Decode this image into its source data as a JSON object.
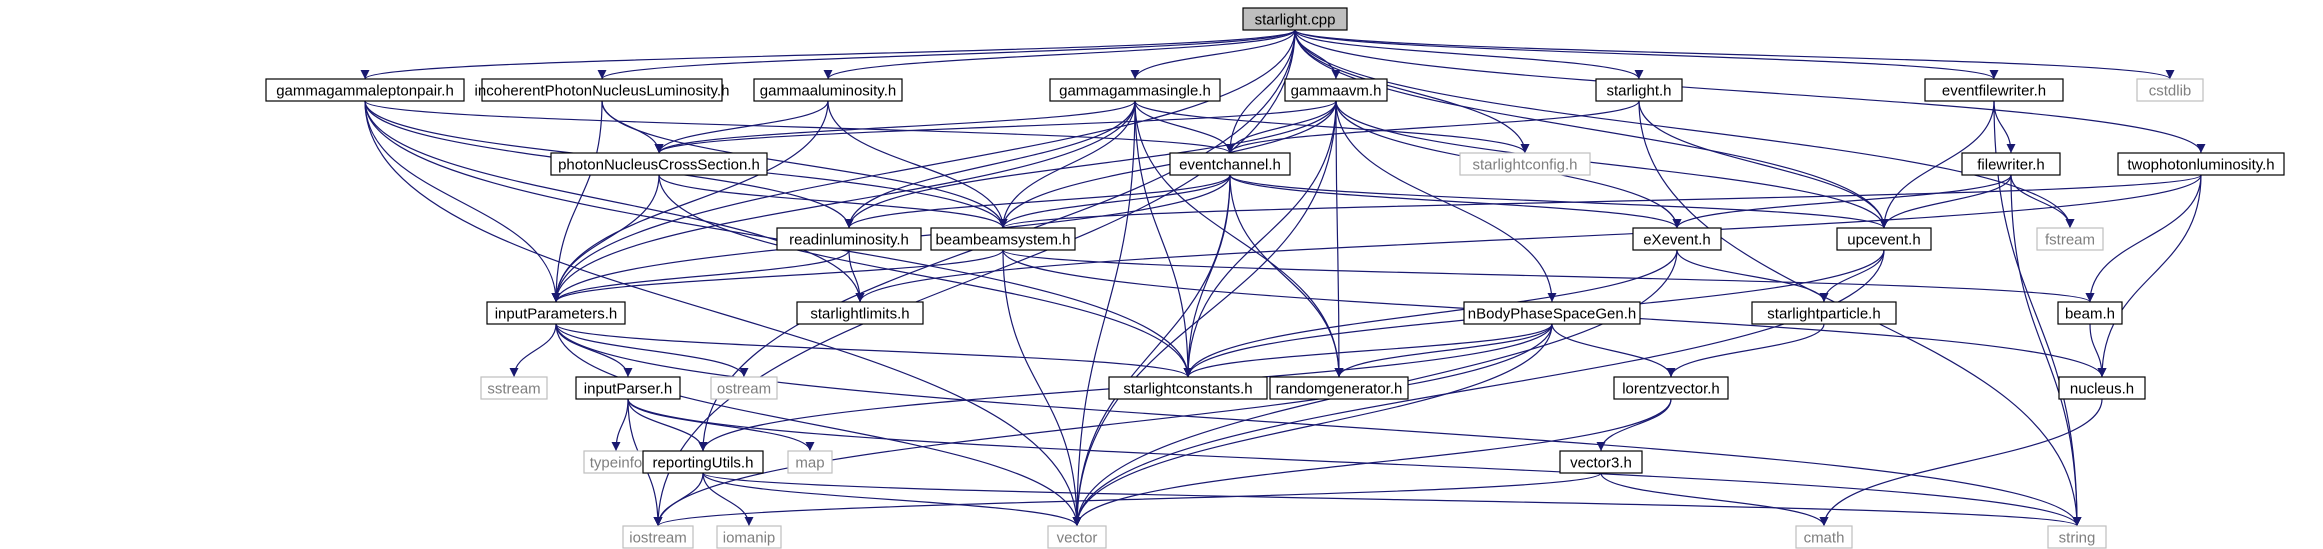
{
  "colors": {
    "edge": "#191970",
    "root_fill": "#bfbfbf",
    "root_stroke": "#000000",
    "project_stroke": "#000000",
    "system_stroke": "#bfbfbf",
    "project_text": "#000000",
    "system_text": "#7f7f7f"
  },
  "nodes": [
    {
      "id": "starlight_cpp",
      "label": "starlight.cpp",
      "kind": "root"
    },
    {
      "id": "gammagammaleptonpair_h",
      "label": "gammagammaleptonpair.h",
      "kind": "project"
    },
    {
      "id": "incoherentPhotonNucleusLuminosity_h",
      "label": "incoherentPhotonNucleusLuminosity.h",
      "kind": "project"
    },
    {
      "id": "gammaaluminosity_h",
      "label": "gammaaluminosity.h",
      "kind": "project"
    },
    {
      "id": "gammagammasingle_h",
      "label": "gammagammasingle.h",
      "kind": "project"
    },
    {
      "id": "gammaavm_h",
      "label": "gammaavm.h",
      "kind": "project"
    },
    {
      "id": "starlight_h",
      "label": "starlight.h",
      "kind": "project"
    },
    {
      "id": "eventfilewriter_h",
      "label": "eventfilewriter.h",
      "kind": "project"
    },
    {
      "id": "cstdlib",
      "label": "cstdlib",
      "kind": "system"
    },
    {
      "id": "photonNucleusCrossSection_h",
      "label": "photonNucleusCrossSection.h",
      "kind": "project"
    },
    {
      "id": "eventchannel_h",
      "label": "eventchannel.h",
      "kind": "project"
    },
    {
      "id": "starlightconfig_h",
      "label": "starlightconfig.h",
      "kind": "system"
    },
    {
      "id": "filewriter_h",
      "label": "filewriter.h",
      "kind": "project"
    },
    {
      "id": "twophotonluminosity_h",
      "label": "twophotonluminosity.h",
      "kind": "project"
    },
    {
      "id": "readinluminosity_h",
      "label": "readinluminosity.h",
      "kind": "project"
    },
    {
      "id": "beambeamsystem_h",
      "label": "beambeamsystem.h",
      "kind": "project"
    },
    {
      "id": "eXevent_h",
      "label": "eXevent.h",
      "kind": "project"
    },
    {
      "id": "upcevent_h",
      "label": "upcevent.h",
      "kind": "project"
    },
    {
      "id": "fstream",
      "label": "fstream",
      "kind": "system"
    },
    {
      "id": "inputParameters_h",
      "label": "inputParameters.h",
      "kind": "project"
    },
    {
      "id": "starlightlimits_h",
      "label": "starlightlimits.h",
      "kind": "project"
    },
    {
      "id": "nBodyPhaseSpaceGen_h",
      "label": "nBodyPhaseSpaceGen.h",
      "kind": "project"
    },
    {
      "id": "starlightparticle_h",
      "label": "starlightparticle.h",
      "kind": "project"
    },
    {
      "id": "beam_h",
      "label": "beam.h",
      "kind": "project"
    },
    {
      "id": "sstream",
      "label": "sstream",
      "kind": "system"
    },
    {
      "id": "inputParser_h",
      "label": "inputParser.h",
      "kind": "project"
    },
    {
      "id": "ostream",
      "label": "ostream",
      "kind": "system"
    },
    {
      "id": "starlightconstants_h",
      "label": "starlightconstants.h",
      "kind": "project"
    },
    {
      "id": "randomgenerator_h",
      "label": "randomgenerator.h",
      "kind": "project"
    },
    {
      "id": "lorentzvector_h",
      "label": "lorentzvector.h",
      "kind": "project"
    },
    {
      "id": "nucleus_h",
      "label": "nucleus.h",
      "kind": "project"
    },
    {
      "id": "typeinfo",
      "label": "typeinfo",
      "kind": "system"
    },
    {
      "id": "reportingUtils_h",
      "label": "reportingUtils.h",
      "kind": "project"
    },
    {
      "id": "map",
      "label": "map",
      "kind": "system"
    },
    {
      "id": "vector3_h",
      "label": "vector3.h",
      "kind": "project"
    },
    {
      "id": "iostream",
      "label": "iostream",
      "kind": "system"
    },
    {
      "id": "iomanip",
      "label": "iomanip",
      "kind": "system"
    },
    {
      "id": "vector",
      "label": "vector",
      "kind": "system"
    },
    {
      "id": "cmath",
      "label": "cmath",
      "kind": "system"
    },
    {
      "id": "string",
      "label": "string",
      "kind": "system"
    }
  ],
  "edges": [
    [
      "starlight_cpp",
      "gammagammaleptonpair_h"
    ],
    [
      "starlight_cpp",
      "incoherentPhotonNucleusLuminosity_h"
    ],
    [
      "starlight_cpp",
      "gammaaluminosity_h"
    ],
    [
      "starlight_cpp",
      "gammagammasingle_h"
    ],
    [
      "starlight_cpp",
      "gammaavm_h"
    ],
    [
      "starlight_cpp",
      "starlight_h"
    ],
    [
      "starlight_cpp",
      "eventfilewriter_h"
    ],
    [
      "starlight_cpp",
      "cstdlib"
    ],
    [
      "starlight_cpp",
      "twophotonluminosity_h"
    ],
    [
      "starlight_cpp",
      "fstream"
    ],
    [
      "starlight_cpp",
      "upcevent_h"
    ],
    [
      "starlight_cpp",
      "eventchannel_h"
    ],
    [
      "starlight_cpp",
      "starlightconfig_h"
    ],
    [
      "starlight_cpp",
      "inputParameters_h"
    ],
    [
      "starlight_cpp",
      "reportingUtils_h"
    ],
    [
      "starlight_cpp",
      "iostream"
    ],
    [
      "gammagammaleptonpair_h",
      "readinluminosity_h"
    ],
    [
      "gammagammaleptonpair_h",
      "beambeamsystem_h"
    ],
    [
      "gammagammaleptonpair_h",
      "inputParameters_h"
    ],
    [
      "gammagammaleptonpair_h",
      "eventchannel_h"
    ],
    [
      "gammagammaleptonpair_h",
      "starlightconstants_h"
    ],
    [
      "gammagammaleptonpair_h",
      "starlightlimits_h"
    ],
    [
      "gammagammaleptonpair_h",
      "vector"
    ],
    [
      "incoherentPhotonNucleusLuminosity_h",
      "photonNucleusCrossSection_h"
    ],
    [
      "incoherentPhotonNucleusLuminosity_h",
      "beambeamsystem_h"
    ],
    [
      "incoherentPhotonNucleusLuminosity_h",
      "inputParameters_h"
    ],
    [
      "gammaaluminosity_h",
      "photonNucleusCrossSection_h"
    ],
    [
      "gammaaluminosity_h",
      "beambeamsystem_h"
    ],
    [
      "gammaaluminosity_h",
      "inputParameters_h"
    ],
    [
      "gammagammasingle_h",
      "photonNucleusCrossSection_h"
    ],
    [
      "gammagammasingle_h",
      "eventchannel_h"
    ],
    [
      "gammagammasingle_h",
      "readinluminosity_h"
    ],
    [
      "gammagammasingle_h",
      "beambeamsystem_h"
    ],
    [
      "gammagammasingle_h",
      "starlightconstants_h"
    ],
    [
      "gammagammasingle_h",
      "randomgenerator_h"
    ],
    [
      "gammagammasingle_h",
      "starlightconfig_h"
    ],
    [
      "gammagammasingle_h",
      "inputParameters_h"
    ],
    [
      "gammagammasingle_h",
      "vector"
    ],
    [
      "gammaavm_h",
      "eventchannel_h"
    ],
    [
      "gammaavm_h",
      "readinluminosity_h"
    ],
    [
      "gammaavm_h",
      "beambeamsystem_h"
    ],
    [
      "gammaavm_h",
      "nBodyPhaseSpaceGen_h"
    ],
    [
      "gammaavm_h",
      "starlightconstants_h"
    ],
    [
      "gammaavm_h",
      "randomgenerator_h"
    ],
    [
      "gammaavm_h",
      "eXevent_h"
    ],
    [
      "gammaavm_h",
      "upcevent_h"
    ],
    [
      "gammaavm_h",
      "photonNucleusCrossSection_h"
    ],
    [
      "gammaavm_h",
      "vector"
    ],
    [
      "starlight_h",
      "eventchannel_h"
    ],
    [
      "starlight_h",
      "upcevent_h"
    ],
    [
      "starlight_h",
      "string"
    ],
    [
      "eventfilewriter_h",
      "filewriter_h"
    ],
    [
      "eventfilewriter_h",
      "upcevent_h"
    ],
    [
      "eventfilewriter_h",
      "string"
    ],
    [
      "filewriter_h",
      "fstream"
    ],
    [
      "filewriter_h",
      "upcevent_h"
    ],
    [
      "filewriter_h",
      "eXevent_h"
    ],
    [
      "filewriter_h",
      "string"
    ],
    [
      "twophotonluminosity_h",
      "beambeamsystem_h"
    ],
    [
      "twophotonluminosity_h",
      "beam_h"
    ],
    [
      "twophotonluminosity_h",
      "nucleus_h"
    ],
    [
      "twophotonluminosity_h",
      "starlightlimits_h"
    ],
    [
      "photonNucleusCrossSection_h",
      "beambeamsystem_h"
    ],
    [
      "photonNucleusCrossSection_h",
      "inputParameters_h"
    ],
    [
      "photonNucleusCrossSection_h",
      "starlightconstants_h"
    ],
    [
      "eventchannel_h",
      "readinluminosity_h"
    ],
    [
      "eventchannel_h",
      "beambeamsystem_h"
    ],
    [
      "eventchannel_h",
      "upcevent_h"
    ],
    [
      "eventchannel_h",
      "eXevent_h"
    ],
    [
      "eventchannel_h",
      "inputParameters_h"
    ],
    [
      "eventchannel_h",
      "starlightconstants_h"
    ],
    [
      "eventchannel_h",
      "randomgenerator_h"
    ],
    [
      "eventchannel_h",
      "vector"
    ],
    [
      "readinluminosity_h",
      "inputParameters_h"
    ],
    [
      "readinluminosity_h",
      "starlightlimits_h"
    ],
    [
      "beambeamsystem_h",
      "beam_h"
    ],
    [
      "beambeamsystem_h",
      "nucleus_h"
    ],
    [
      "beambeamsystem_h",
      "inputParameters_h"
    ],
    [
      "beambeamsystem_h",
      "vector"
    ],
    [
      "eXevent_h",
      "starlightconstants_h"
    ],
    [
      "eXevent_h",
      "starlightparticle_h"
    ],
    [
      "eXevent_h",
      "vector"
    ],
    [
      "upcevent_h",
      "starlightparticle_h"
    ],
    [
      "upcevent_h",
      "starlightconstants_h"
    ],
    [
      "upcevent_h",
      "vector"
    ],
    [
      "inputParameters_h",
      "sstream"
    ],
    [
      "inputParameters_h",
      "inputParser_h"
    ],
    [
      "inputParameters_h",
      "ostream"
    ],
    [
      "inputParameters_h",
      "starlightconstants_h"
    ],
    [
      "inputParameters_h",
      "vector"
    ],
    [
      "inputParameters_h",
      "string"
    ],
    [
      "nBodyPhaseSpaceGen_h",
      "lorentzvector_h"
    ],
    [
      "nBodyPhaseSpaceGen_h",
      "starlightconstants_h"
    ],
    [
      "nBodyPhaseSpaceGen_h",
      "randomgenerator_h"
    ],
    [
      "nBodyPhaseSpaceGen_h",
      "reportingUtils_h"
    ],
    [
      "nBodyPhaseSpaceGen_h",
      "vector"
    ],
    [
      "nBodyPhaseSpaceGen_h",
      "iostream"
    ],
    [
      "starlightparticle_h",
      "lorentzvector_h"
    ],
    [
      "beam_h",
      "nucleus_h"
    ],
    [
      "nucleus_h",
      "cmath"
    ],
    [
      "inputParser_h",
      "typeinfo"
    ],
    [
      "inputParser_h",
      "reportingUtils_h"
    ],
    [
      "inputParser_h",
      "map"
    ],
    [
      "inputParser_h",
      "iostream"
    ],
    [
      "inputParser_h",
      "string"
    ],
    [
      "lorentzvector_h",
      "vector3_h"
    ],
    [
      "lorentzvector_h",
      "vector"
    ],
    [
      "vector3_h",
      "iostream"
    ],
    [
      "vector3_h",
      "cmath"
    ],
    [
      "reportingUtils_h",
      "iostream"
    ],
    [
      "reportingUtils_h",
      "iomanip"
    ],
    [
      "reportingUtils_h",
      "vector"
    ],
    [
      "reportingUtils_h",
      "string"
    ]
  ]
}
